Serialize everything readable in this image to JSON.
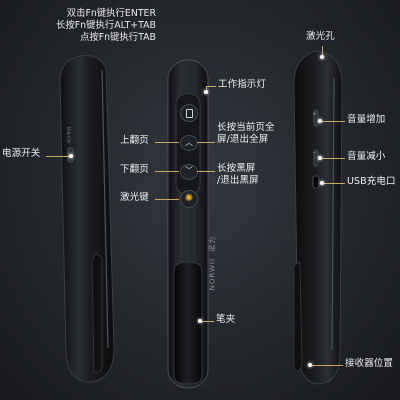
{
  "top_notes": [
    "双击Fn键执行ENTER",
    "长按Fn键执行ALT+TAB",
    "点按Fn键执行TAB"
  ],
  "left": {
    "power_switch": "电源开关",
    "side_mark": "TAB·ON"
  },
  "center": {
    "indicator": "工作指示灯",
    "page_up": "上翻页",
    "page_down": "下翻页",
    "laser_key": "激光键",
    "fullscreen_line1": "长按当前页全",
    "fullscreen_line2": "屏/退出全屏",
    "blackscreen_line1": "长按黑屏",
    "blackscreen_line2": "/退出黑屏",
    "pen_clip": "笔夹",
    "brand": "NORWII",
    "brand_cn": "诺为"
  },
  "right": {
    "laser_hole": "激光孔",
    "volume_up": "音量增加",
    "volume_down": "音量减小",
    "usb_port": "USB充电口",
    "receiver_slot": "接收器位置"
  },
  "colors": {
    "leader": "#c9a860",
    "device": "#1b1d20",
    "device_edge": "#4a4f57",
    "laser_icon": "#f2b21c"
  }
}
